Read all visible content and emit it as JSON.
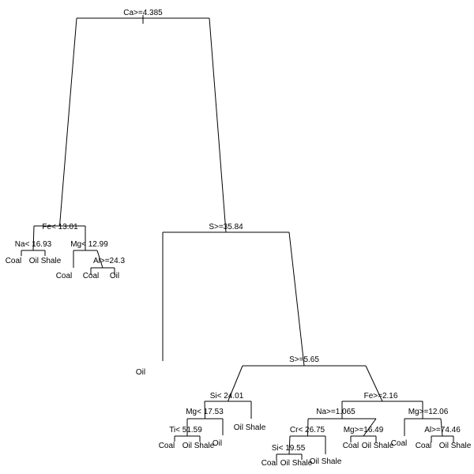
{
  "tree": {
    "splits": [
      {
        "id": "root",
        "label": "Ca>=4.385"
      },
      {
        "id": "n2",
        "label": "Fe< 13.01"
      },
      {
        "id": "n3",
        "label": "S>=35.84"
      },
      {
        "id": "n4",
        "label": "Na< 16.93"
      },
      {
        "id": "n5",
        "label": "Mg< 12.99"
      },
      {
        "id": "n11",
        "label": "Al>=24.3"
      },
      {
        "id": "n7",
        "label": "S>=5.65"
      },
      {
        "id": "n14",
        "label": "Si< 24.01"
      },
      {
        "id": "n15",
        "label": "Fe>=2.16"
      },
      {
        "id": "n28",
        "label": "Mg< 17.53"
      },
      {
        "id": "n56",
        "label": "Ti< 51.59"
      },
      {
        "id": "n30",
        "label": "Na>=1.065"
      },
      {
        "id": "n31",
        "label": "Mg>=12.06"
      },
      {
        "id": "n60",
        "label": "Cr< 26.75"
      },
      {
        "id": "n61",
        "label": "Mg>=16.49"
      },
      {
        "id": "n120",
        "label": "Si< 19.55"
      },
      {
        "id": "n63",
        "label": "Al>=74.46"
      }
    ],
    "leaves": [
      {
        "id": "l8",
        "label": "Coal"
      },
      {
        "id": "l9",
        "label": "Oil Shale"
      },
      {
        "id": "l10",
        "label": "Coal"
      },
      {
        "id": "l22",
        "label": "Coal"
      },
      {
        "id": "l23",
        "label": "Oil"
      },
      {
        "id": "l6",
        "label": "Oil"
      },
      {
        "id": "l112",
        "label": "Coal"
      },
      {
        "id": "l113",
        "label": "Oil Shale"
      },
      {
        "id": "l57",
        "label": "Oil"
      },
      {
        "id": "l29",
        "label": "Oil Shale"
      },
      {
        "id": "l240",
        "label": "Coal"
      },
      {
        "id": "l241",
        "label": "Oil Shale"
      },
      {
        "id": "l121",
        "label": "Oil Shale"
      },
      {
        "id": "l122",
        "label": "Coal"
      },
      {
        "id": "l123",
        "label": "Oil Shale"
      },
      {
        "id": "l62",
        "label": "Coal"
      },
      {
        "id": "l126",
        "label": "Coal"
      },
      {
        "id": "l127",
        "label": "Oil Shale"
      }
    ]
  }
}
